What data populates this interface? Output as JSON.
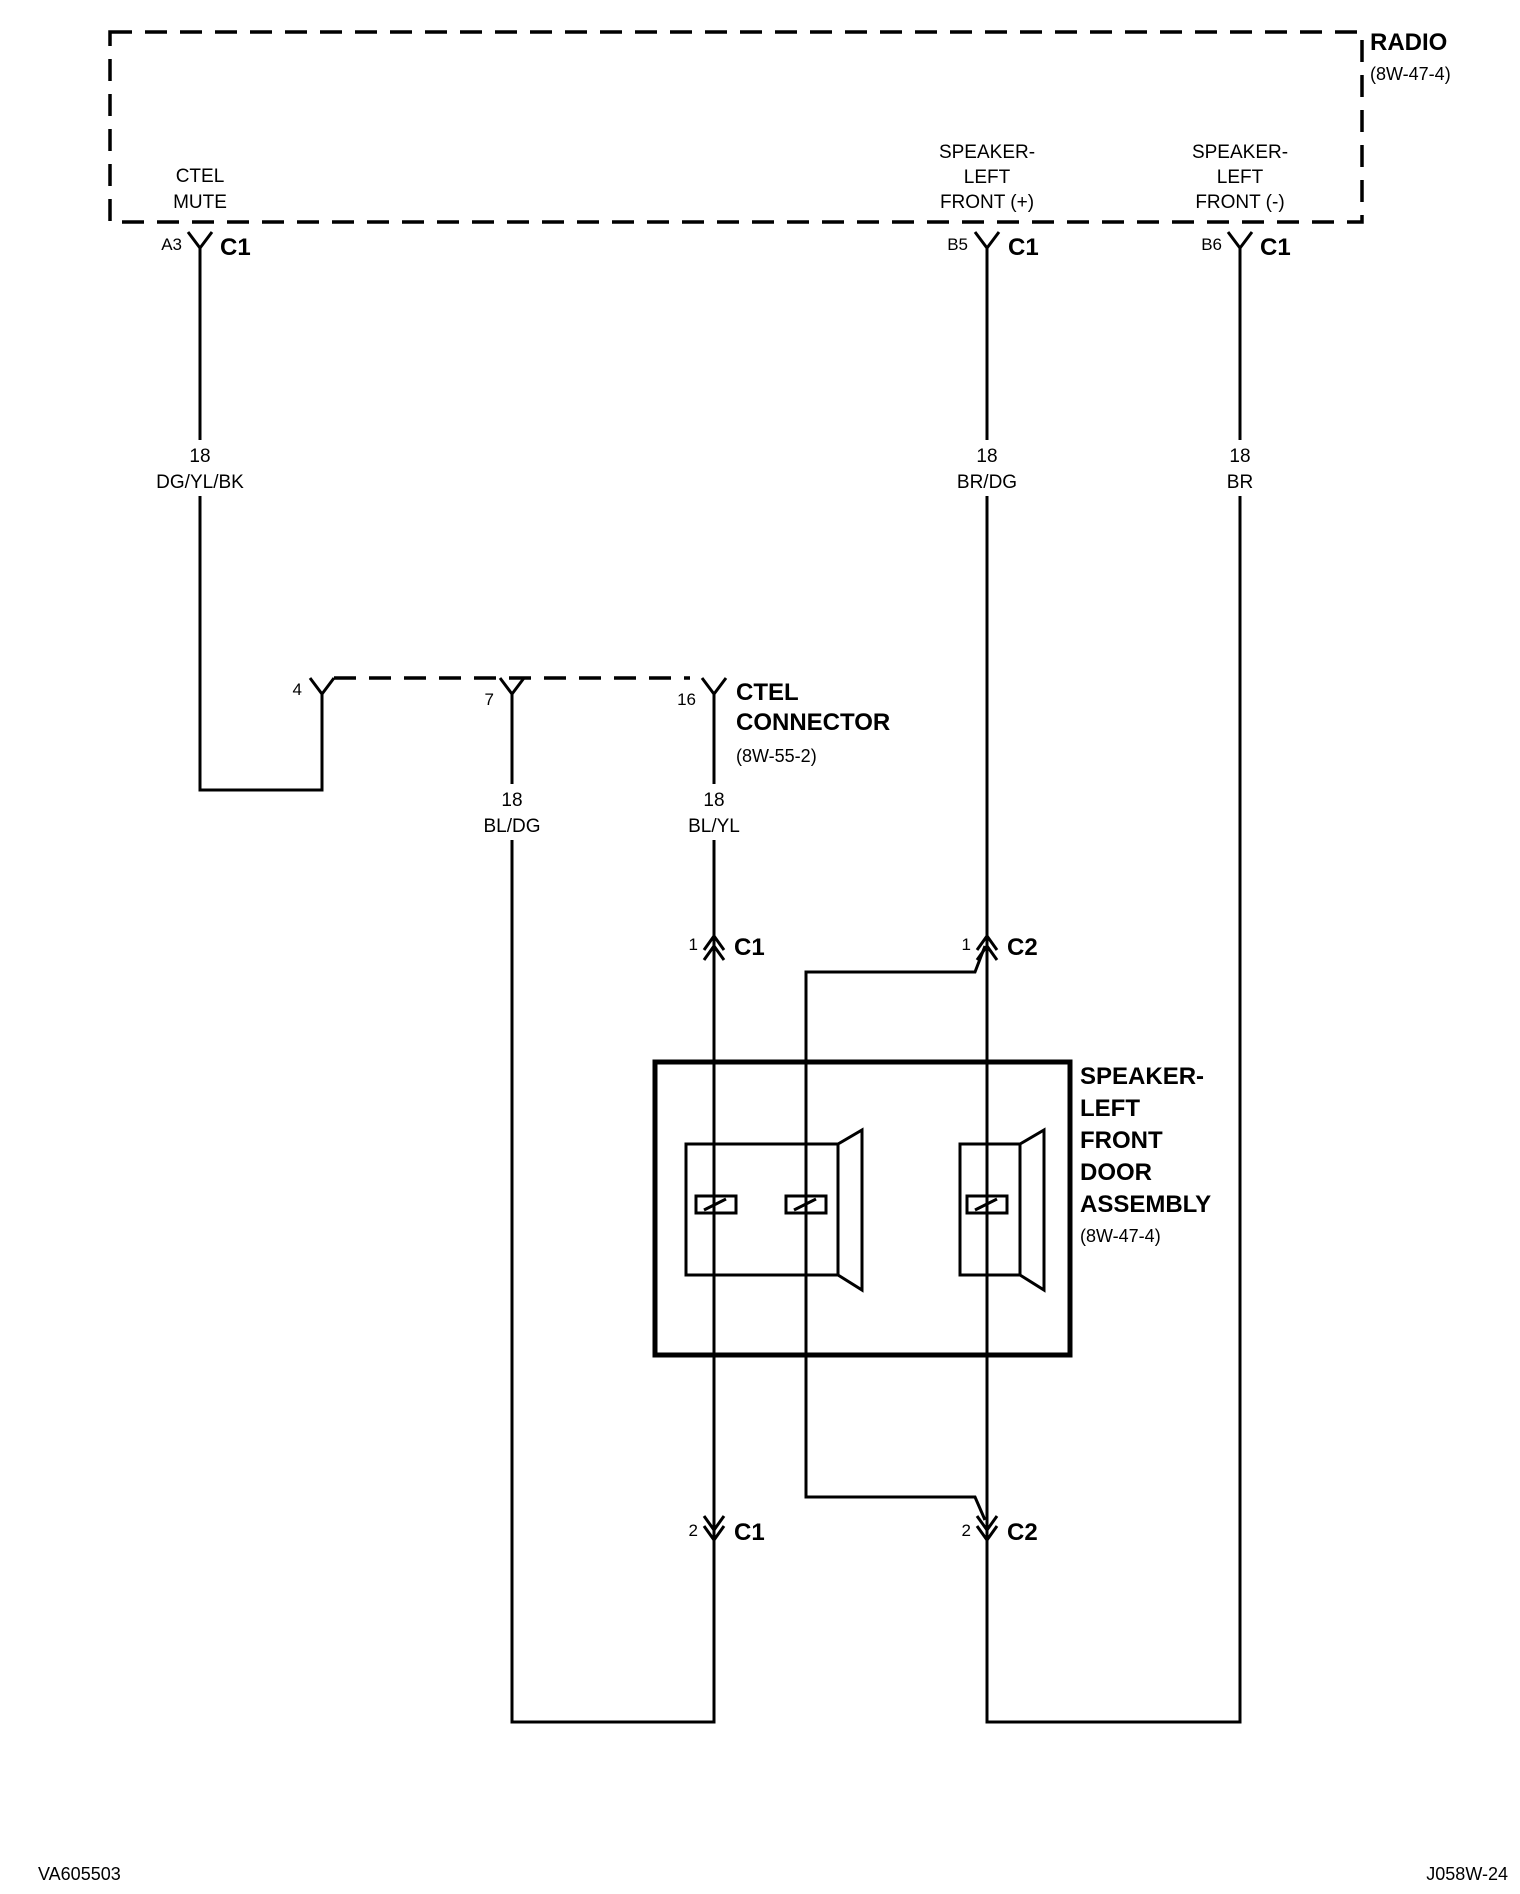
{
  "radio": {
    "title": "RADIO",
    "ref": "(8W-47-4)",
    "pins": {
      "ctel_mute": {
        "line1": "CTEL",
        "line2": "MUTE",
        "pin": "A3",
        "conn": "C1"
      },
      "spk_pos": {
        "line1": "SPEAKER-",
        "line2": "LEFT",
        "line3": "FRONT (+)",
        "pin": "B5",
        "conn": "C1"
      },
      "spk_neg": {
        "line1": "SPEAKER-",
        "line2": "LEFT",
        "line3": "FRONT (-)",
        "pin": "B6",
        "conn": "C1"
      }
    }
  },
  "wires": {
    "dg_yl_bk": {
      "gauge": "18",
      "color": "DG/YL/BK"
    },
    "br_dg": {
      "gauge": "18",
      "color": "BR/DG"
    },
    "br": {
      "gauge": "18",
      "color": "BR"
    },
    "bl_dg": {
      "gauge": "18",
      "color": "BL/DG"
    },
    "bl_yl": {
      "gauge": "18",
      "color": "BL/YL"
    }
  },
  "ctel_connector": {
    "line1": "CTEL",
    "line2": "CONNECTOR",
    "ref": "(8W-55-2)",
    "pin_a": "4",
    "pin_b": "7",
    "pin_c": "16"
  },
  "speaker_assembly": {
    "line1": "SPEAKER-",
    "line2": "LEFT",
    "line3": "FRONT",
    "line4": "DOOR",
    "line5": "ASSEMBLY",
    "ref": "(8W-47-4)",
    "c1_top": {
      "pin": "1",
      "conn": "C1"
    },
    "c2_top": {
      "pin": "1",
      "conn": "C2"
    },
    "c1_bottom": {
      "pin": "2",
      "conn": "C1"
    },
    "c2_bottom": {
      "pin": "2",
      "conn": "C2"
    }
  },
  "footer": {
    "left_code": "VA605503",
    "right_code": "J058W-24"
  }
}
